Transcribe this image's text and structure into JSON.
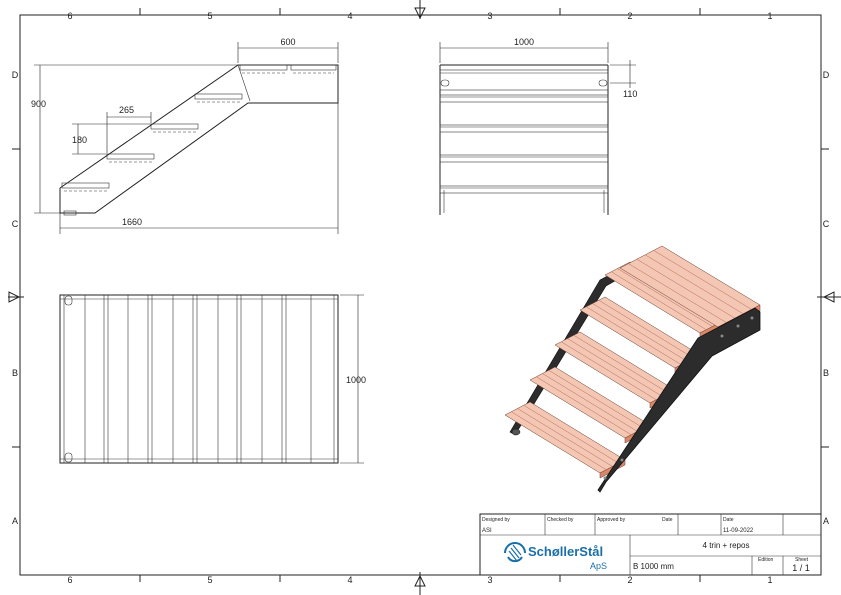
{
  "zones": {
    "columns": [
      "6",
      "5",
      "4",
      "3",
      "2",
      "1"
    ],
    "rows": [
      "D",
      "C",
      "B",
      "A"
    ]
  },
  "dimensions": {
    "side_top_width": "600",
    "side_height": "900",
    "side_step_run": "265",
    "side_step_rise": "180",
    "side_total_length": "1660",
    "front_width": "1000",
    "front_tread_depth": "110",
    "top_width": "1000"
  },
  "title_block": {
    "designed_by_label": "Designed by",
    "designed_by_value": "ASI",
    "checked_by_label": "Checked by",
    "approved_by_label": "Approved by",
    "date_label_1": "Date",
    "date_label_2": "Date",
    "date_value": "11-09-2022",
    "title": "4 trin + repos",
    "subtitle": "B 1000 mm",
    "edition_label": "Edition",
    "sheet_label": "Sheet",
    "sheet_value": "1 / 1",
    "logo_text": "SchøllerStål",
    "logo_sub": "ApS"
  },
  "colors": {
    "tread_light": "#f3c7b4",
    "tread_dark": "#d9876a",
    "stringer": "#2c2c2c",
    "logo_blue": "#1b6fa8"
  }
}
